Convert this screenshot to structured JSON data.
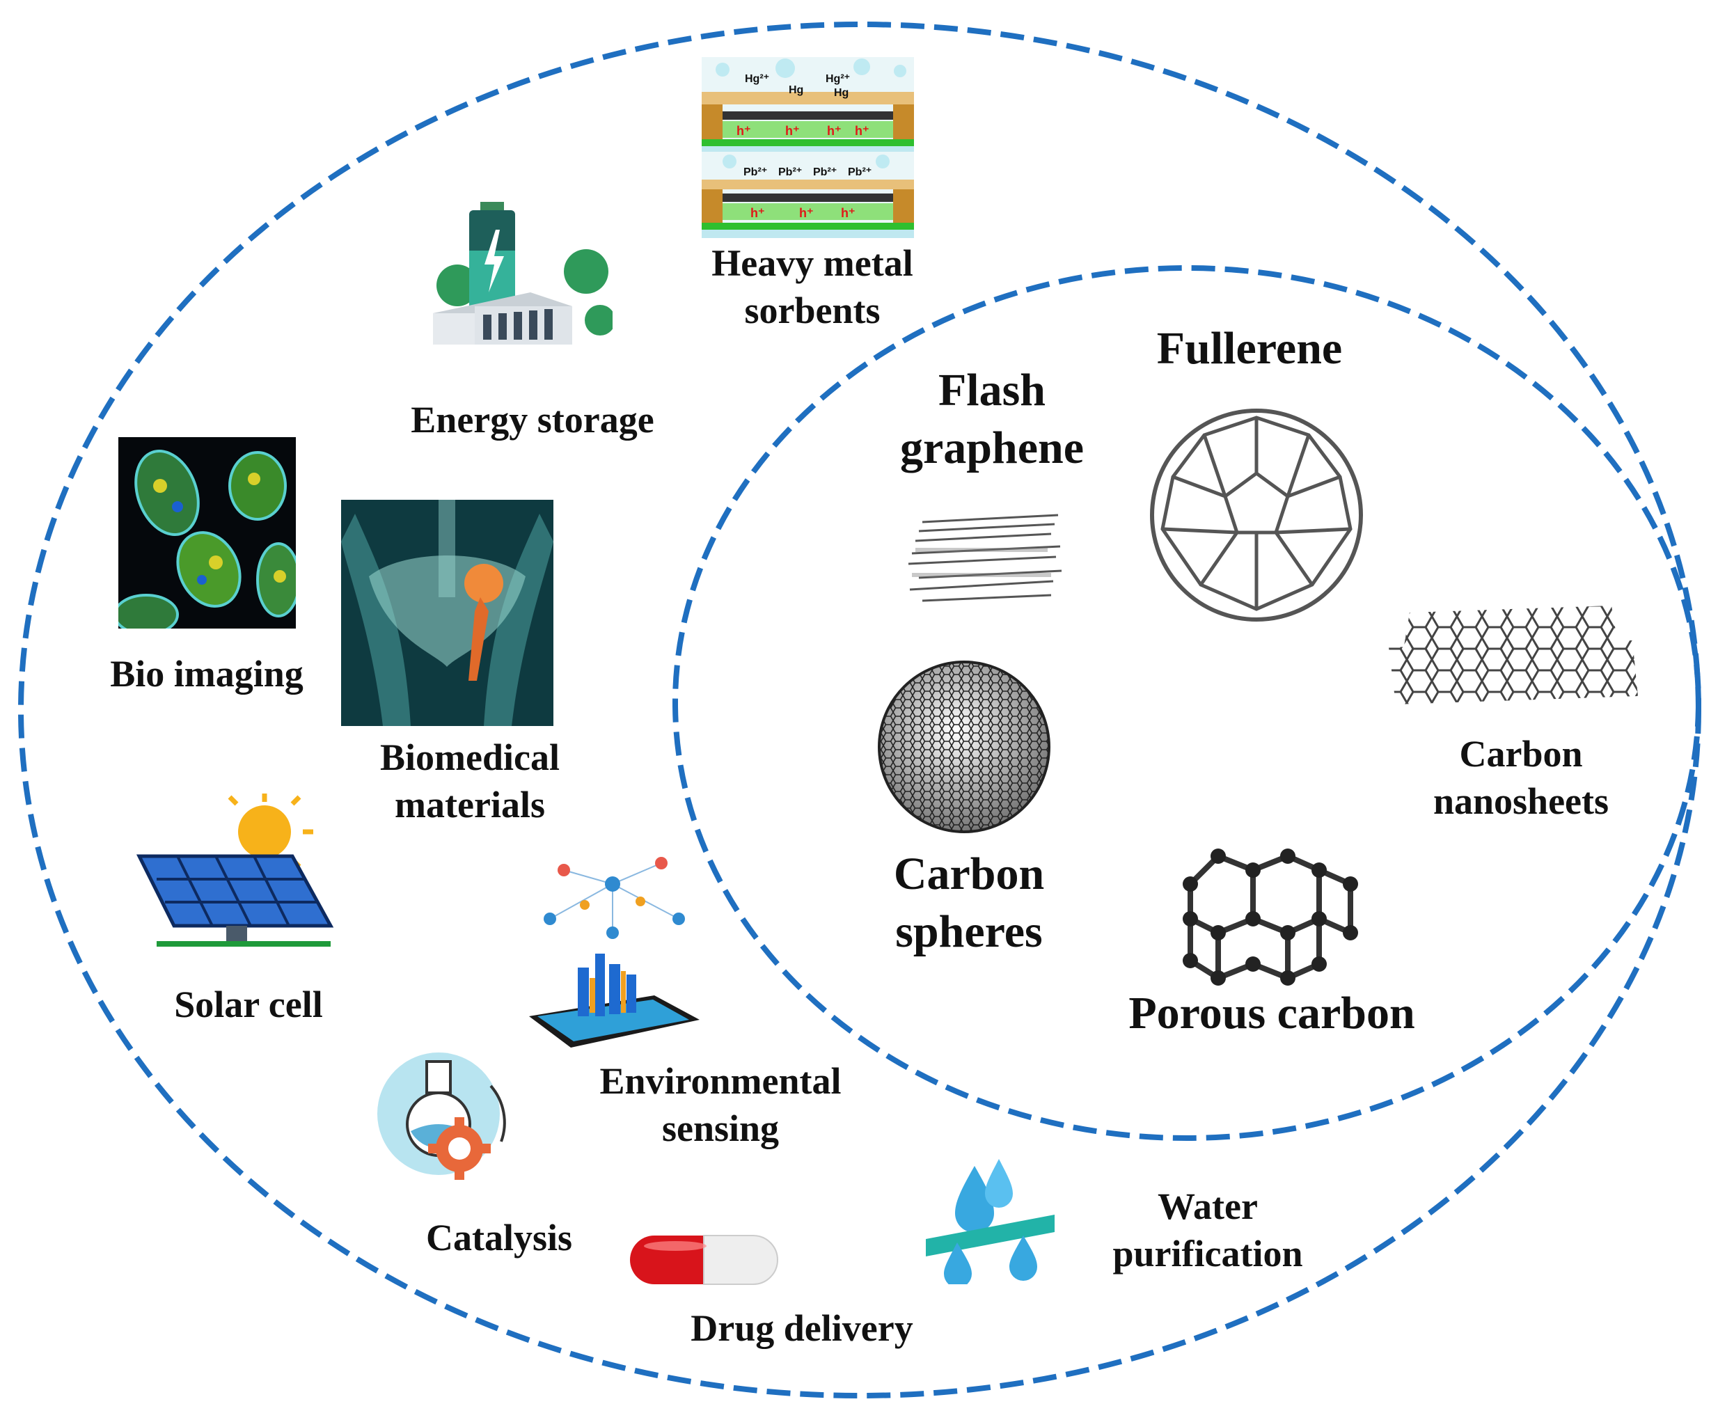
{
  "colors": {
    "ellipse_dash": "#1f6fc0",
    "text": "#111111",
    "medical_bg": "#0e3a40",
    "bio_bg": "#05080c",
    "solar_panel": "#2f6fd0",
    "sun": "#f7b21a",
    "pill_red": "#d8141b"
  },
  "applications": {
    "heavy_metal": {
      "line1": "Heavy metal",
      "line2": "sorbents",
      "icon": "sensor-diagram-icon",
      "ion1": "Hg²⁺",
      "ion2": "Hg",
      "ion3": "Pb²⁺",
      "carrier": "h⁺"
    },
    "energy_storage": {
      "label": "Energy storage",
      "icon": "battery-icon"
    },
    "bio_imaging": {
      "label": "Bio imaging",
      "icon": "cell-image-icon"
    },
    "biomedical": {
      "line1": "Biomedical",
      "line2": "materials",
      "icon": "hip-implant-icon"
    },
    "solar_cell": {
      "label": "Solar cell",
      "icon": "solar-panel-icon"
    },
    "environmental": {
      "line1": "Environmental",
      "line2": "sensing",
      "icon": "smart-city-icon"
    },
    "catalysis": {
      "label": "Catalysis",
      "icon": "flask-gear-icon"
    },
    "drug_delivery": {
      "label": "Drug delivery",
      "icon": "capsule-icon"
    },
    "water": {
      "line1": "Water",
      "line2": "purification",
      "icon": "water-drop-icon"
    }
  },
  "materials": {
    "flash_graphene": {
      "line1": "Flash",
      "line2": "graphene",
      "icon": "graphene-layers-icon"
    },
    "fullerene": {
      "label": "Fullerene",
      "icon": "fullerene-icon"
    },
    "nanosheets": {
      "line1": "Carbon",
      "line2": "nanosheets",
      "icon": "hexagon-sheet-icon"
    },
    "spheres": {
      "line1": "Carbon",
      "line2": "spheres",
      "icon": "carbon-sphere-icon"
    },
    "porous": {
      "label": "Porous carbon",
      "icon": "porous-lattice-icon"
    }
  }
}
